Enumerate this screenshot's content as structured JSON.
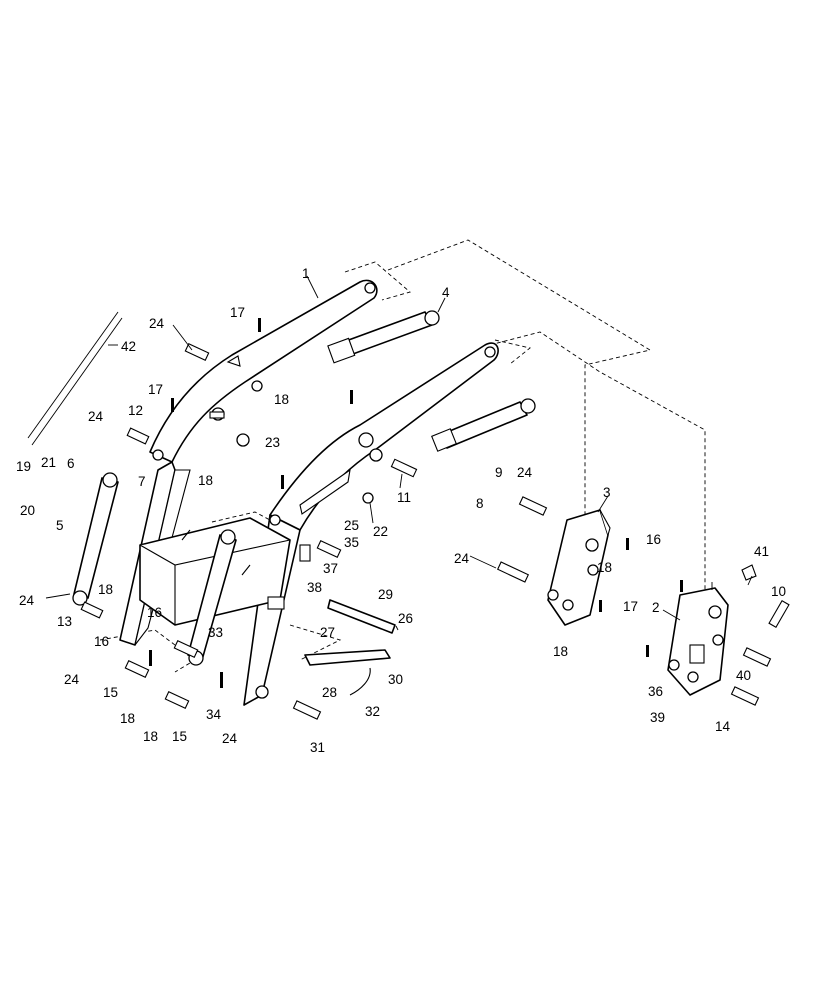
{
  "diagram": {
    "callouts": [
      "1",
      "2",
      "3",
      "4",
      "5",
      "6",
      "7",
      "8",
      "9",
      "10",
      "11",
      "12",
      "13",
      "14",
      "15",
      "16",
      "17",
      "18",
      "19",
      "20",
      "21",
      "22",
      "23",
      "24",
      "25",
      "26",
      "27",
      "28",
      "29",
      "30",
      "31",
      "32",
      "33",
      "34",
      "35",
      "36",
      "37",
      "38",
      "39",
      "40",
      "41",
      "42"
    ]
  }
}
